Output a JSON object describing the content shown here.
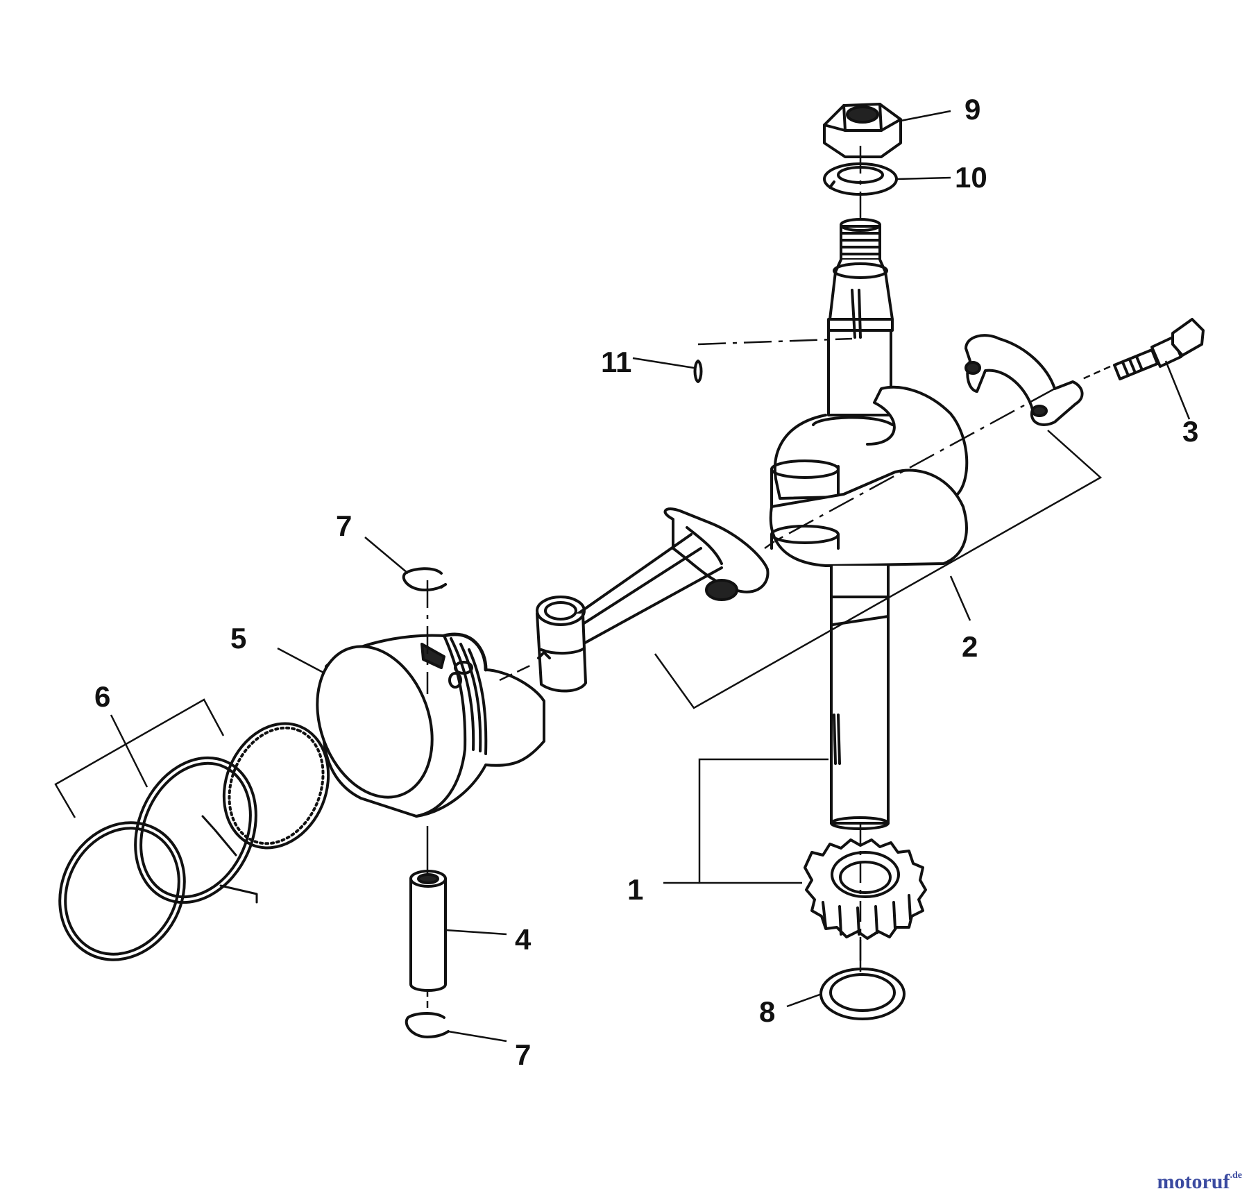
{
  "diagram": {
    "callouts": {
      "c1": "1",
      "c2": "2",
      "c3": "3",
      "c4": "4",
      "c5": "5",
      "c6": "6",
      "c7a": "7",
      "c7b": "7",
      "c8": "8",
      "c9": "9",
      "c10": "10",
      "c11": "11"
    },
    "parts": {
      "crankshaft": "1",
      "connecting-rod-assembly": "2",
      "rod-bolt": "3",
      "piston-pin": "4",
      "piston": "5",
      "piston-ring-set": "6",
      "piston-pin-clip": "7",
      "oil-seal-ring": "8",
      "nut": "9",
      "lock-washer": "10",
      "woodruff-key": "11"
    }
  },
  "watermark": {
    "part_a": "motoruf",
    "part_b": ".de"
  }
}
